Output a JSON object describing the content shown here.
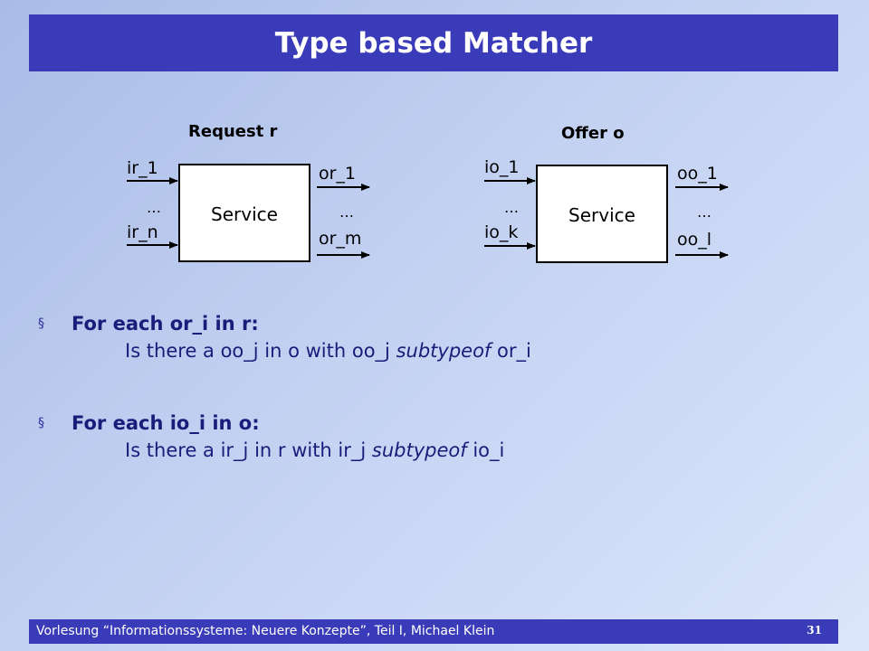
{
  "title": "Type based Matcher",
  "diagram": {
    "request": {
      "header": "Request r",
      "service": "Service",
      "inputs": [
        "ir_1",
        "…",
        "ir_n"
      ],
      "outputs": [
        "or_1",
        "…",
        "or_m"
      ]
    },
    "offer": {
      "header": "Offer o",
      "service": "Service",
      "inputs": [
        "io_1",
        "…",
        "io_k"
      ],
      "outputs": [
        "oo_1",
        "…",
        "oo_l"
      ]
    }
  },
  "bullets": [
    {
      "marker": "§",
      "head": "For each or_i in r:",
      "sub_before": "Is there a oo_j in o with oo_j ",
      "sub_emph": "subtypeof",
      "sub_after": " or_i"
    },
    {
      "marker": "§",
      "head": "For each io_i in o:",
      "sub_before": "Is there a ir_j in r with ir_j ",
      "sub_emph": "subtypeof",
      "sub_after": " io_i"
    }
  ],
  "footer": {
    "text": "Vorlesung “Informationssysteme: Neuere Konzepte”, Teil I, Michael Klein",
    "page": "31"
  }
}
